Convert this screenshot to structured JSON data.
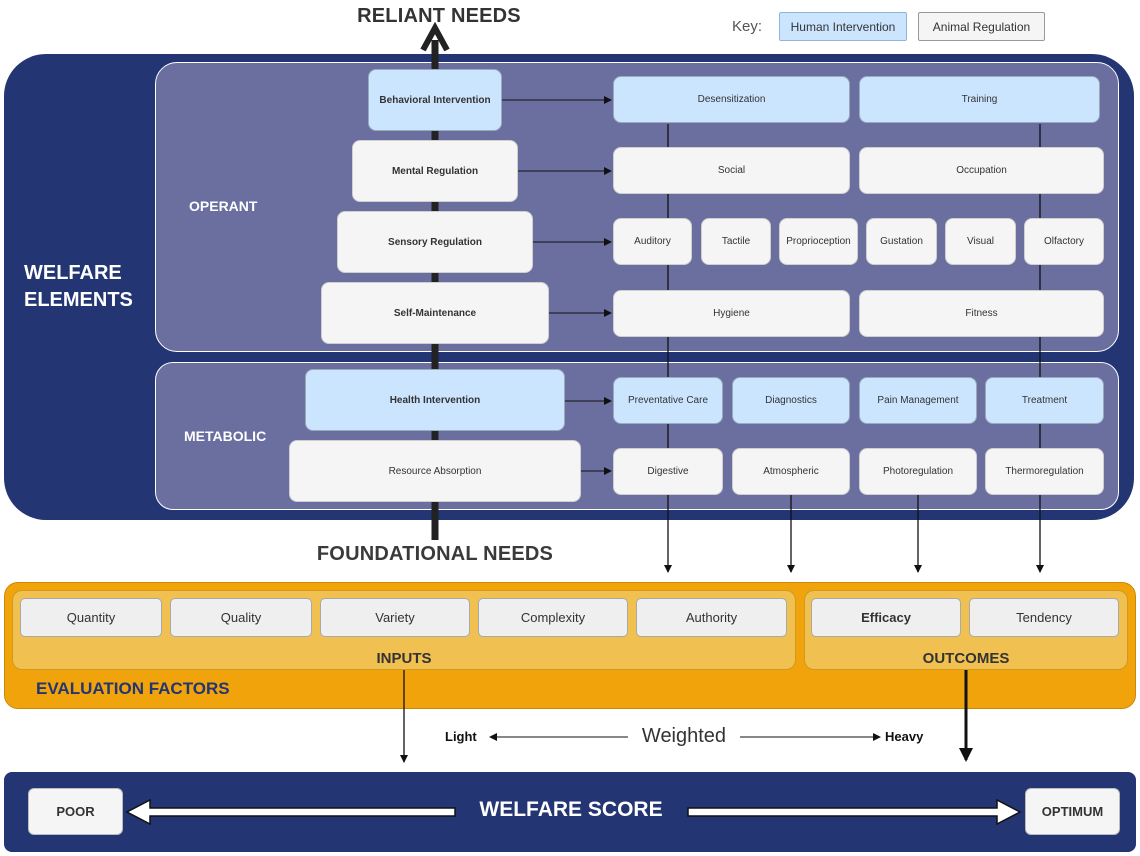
{
  "title_top": "RELIANT NEEDS",
  "title_bottom": "FOUNDATIONAL NEEDS",
  "key": {
    "label": "Key:",
    "human": "Human Intervention",
    "animal": "Animal Regulation"
  },
  "welfare_elements": {
    "label_line1": "WELFARE",
    "label_line2": "ELEMENTS",
    "operant": {
      "label": "OPERANT",
      "ladder": [
        "Behavioral Intervention",
        "Mental Regulation",
        "Sensory Regulation",
        "Self-Maintenance"
      ],
      "behavioral_nodes": [
        "Desensitization",
        "Training"
      ],
      "mental_nodes": [
        "Social",
        "Occupation"
      ],
      "sensory_nodes": [
        "Auditory",
        "Tactile",
        "Proprioception",
        "Gustation",
        "Visual",
        "Olfactory"
      ],
      "self_nodes": [
        "Hygiene",
        "Fitness"
      ]
    },
    "metabolic": {
      "label": "METABOLIC",
      "ladder": [
        "Health Intervention",
        "Resource Absorption"
      ],
      "health_nodes": [
        "Preventative Care",
        "Diagnostics",
        "Pain Management",
        "Treatment"
      ],
      "resource_nodes": [
        "Digestive",
        "Atmospheric",
        "Photoregulation",
        "Thermoregulation"
      ]
    }
  },
  "evaluation": {
    "label": "EVALUATION FACTORS",
    "inputs_label": "INPUTS",
    "inputs": [
      "Quantity",
      "Quality",
      "Variety",
      "Complexity",
      "Authority"
    ],
    "outcomes_label": "OUTCOMES",
    "outcomes": [
      "Efficacy",
      "Tendency"
    ]
  },
  "weighting": {
    "label": "Weighted",
    "left": "Light",
    "right": "Heavy"
  },
  "score": {
    "label": "WELFARE SCORE",
    "left": "POOR",
    "right": "OPTIMUM"
  },
  "colors": {
    "navy": "#233573",
    "panel": "#6a6fa0",
    "human": "#cce5ff",
    "animal": "#f5f5f5",
    "orange": "#f0a30a",
    "orange_light": "#f0c050"
  }
}
